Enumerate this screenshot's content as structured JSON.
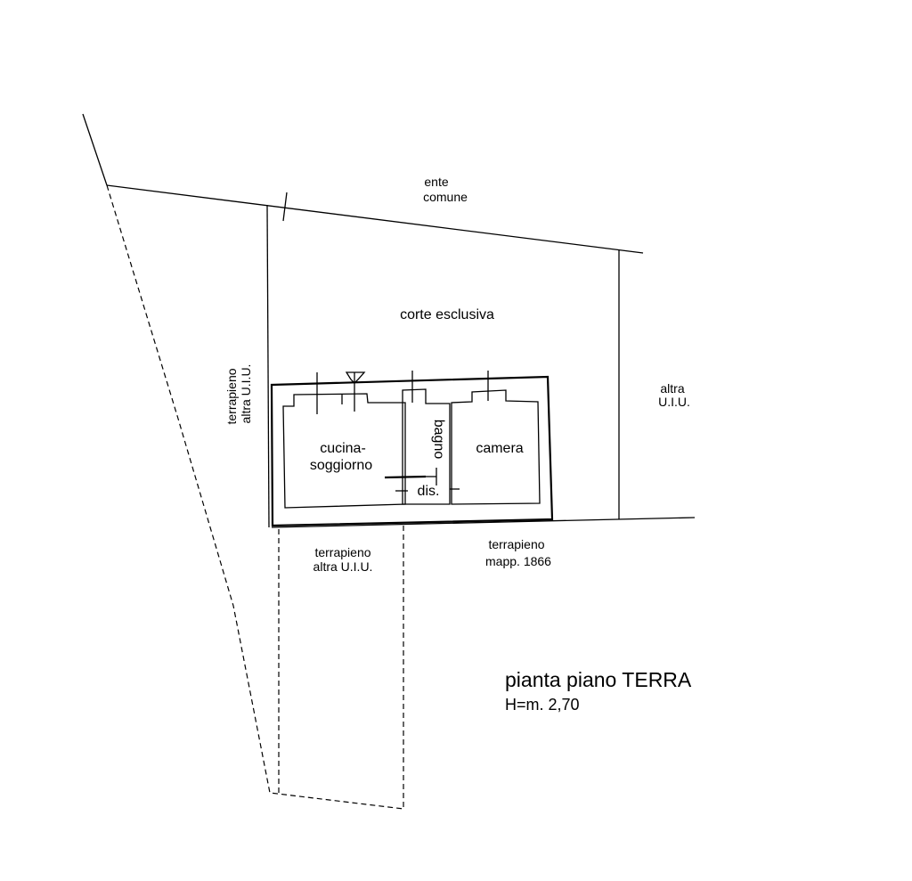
{
  "labels": {
    "ente_1": "ente",
    "ente_2": "comune",
    "corte": "corte esclusiva",
    "left_1": "terrapieno",
    "left_2": "altra U.I.U.",
    "right_1": "altra",
    "right_2": "U.I.U.",
    "bottom_left_1": "terrapieno",
    "bottom_left_2": "altra U.I.U.",
    "bottom_right_1": "terrapieno",
    "bottom_right_2": "mapp. 1866"
  },
  "rooms": {
    "kitchen_1": "cucina-",
    "kitchen_2": "soggiorno",
    "bath": "bagno",
    "bedroom": "camera",
    "hall": "dis."
  },
  "title": {
    "main": "pianta piano TERRA",
    "height": "H=m. 2,70"
  }
}
